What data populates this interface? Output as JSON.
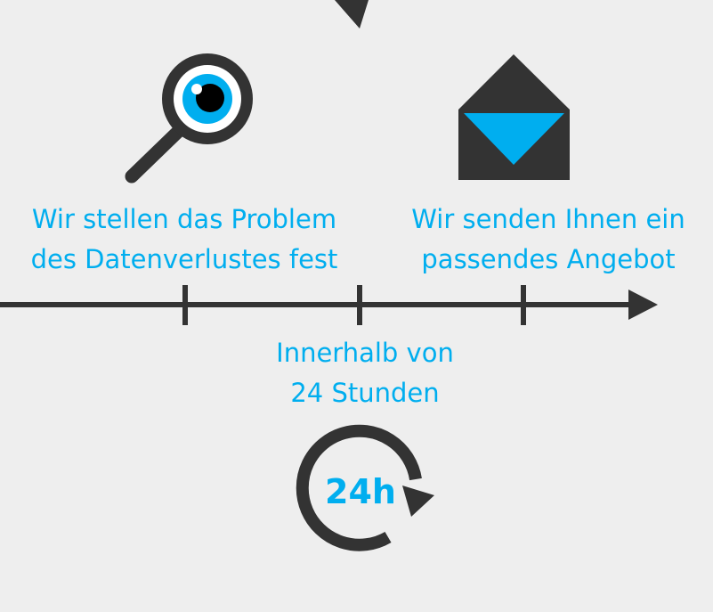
{
  "colors": {
    "background": "#eeeeee",
    "dark": "#333333",
    "accent": "#00aeef"
  },
  "steps": [
    {
      "icon": "magnifier-eye-icon",
      "line1": "Wir stellen das Problem",
      "line2": "des Datenverlustes fest"
    },
    {
      "icon": "open-envelope-icon",
      "line1": "Wir senden Ihnen ein",
      "line2": "passendes Angebot"
    }
  ],
  "timeframe": {
    "line1": "Innerhalb von",
    "line2": "24 Stunden",
    "badge": "24h",
    "icon": "clock-cycle-icon"
  }
}
